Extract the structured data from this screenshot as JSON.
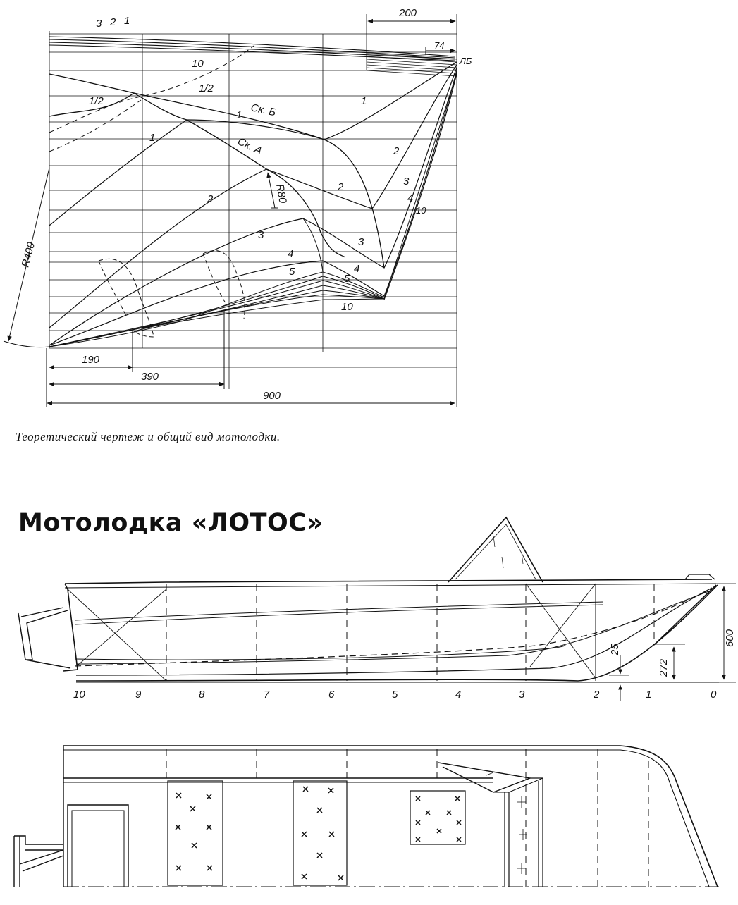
{
  "caption": "Теоретический чертеж и общий вид мотолодки.",
  "heading": "Мотолодка «ЛОТОС»",
  "lines_plan": {
    "dimensions": [
      "200",
      "74",
      "190",
      "390",
      "900"
    ],
    "radii": [
      "R400",
      "R80"
    ],
    "tag_le": "ЛБ",
    "line_labels_top": [
      "3",
      "2",
      "1"
    ],
    "label_10_top": "10",
    "label_half_a": "1/2",
    "label_half_b": "1/2",
    "skin_b": "Ск. Б",
    "skin_a": "Ск. А",
    "waterline_labels": [
      "1",
      "2",
      "3",
      "4",
      "5",
      "10"
    ],
    "right_labels": [
      "1",
      "2",
      "3",
      "4",
      "10"
    ]
  },
  "side_view": {
    "stations": [
      "10",
      "9",
      "8",
      "7",
      "6",
      "5",
      "4",
      "3",
      "2",
      "1",
      "0"
    ],
    "dim_600": "600",
    "dim_272": "272",
    "dim_25": "25"
  }
}
